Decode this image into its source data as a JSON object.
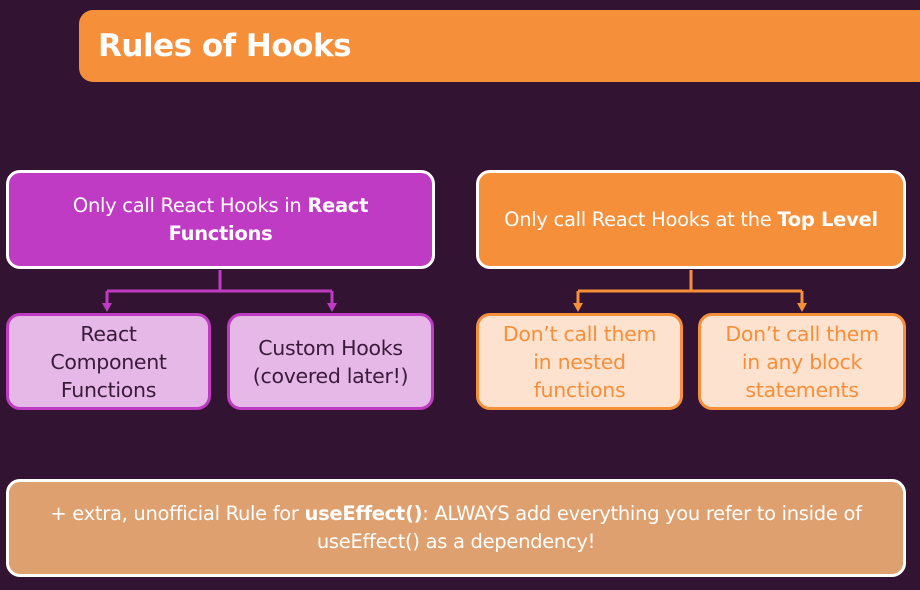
{
  "title": "Rules of Hooks",
  "rules": [
    {
      "text_before": "Only call React Hooks in ",
      "text_bold": "React Functions",
      "color": "#c03bc4",
      "children": [
        "React Component Functions",
        "Custom Hooks (covered later!)"
      ]
    },
    {
      "text_before": "Only call React Hooks at the ",
      "text_bold": "Top Level",
      "color": "#f68f3a",
      "children": [
        "Don’t call them in nested functions",
        "Don’t call them in any block statements"
      ]
    }
  ],
  "extra_rule": {
    "prefix": "+ extra, unofficial Rule for ",
    "bold": "useEffect()",
    "suffix": ": ALWAYS add everything you refer to inside of useEffect() as a dependency!",
    "color": "#dea06e"
  },
  "colors": {
    "background": "#331332",
    "accent_orange": "#f68f3a",
    "accent_purple": "#c03bc4"
  }
}
